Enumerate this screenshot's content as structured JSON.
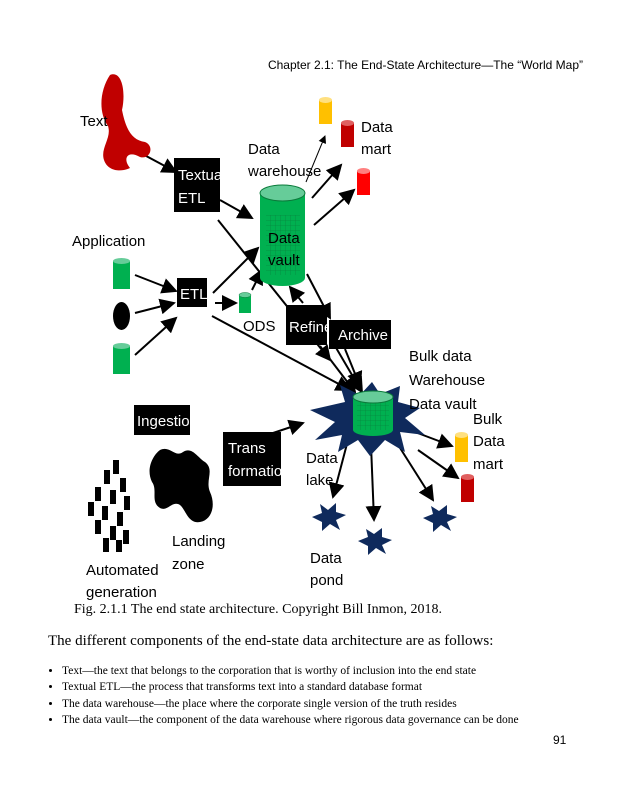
{
  "header": {
    "running_title": "Chapter 2.1: The End-State Architecture—The “World Map”"
  },
  "diagram": {
    "labels": {
      "text": "Text",
      "data_warehouse": [
        "Data",
        "warehouse"
      ],
      "data_mart": [
        "Data",
        "mart"
      ],
      "application": "Application",
      "textual_etl": [
        "Textual",
        "ETL"
      ],
      "data_vault": [
        "Data",
        "vault"
      ],
      "etl": "ETL",
      "ods": "ODS",
      "refine": "Refine",
      "archive": "Archive",
      "bulk_dw": [
        "Bulk data",
        "Warehouse",
        "Data vault"
      ],
      "bulk_mart": [
        "Bulk",
        "Data",
        "mart"
      ],
      "ingestion": "Ingestion",
      "transformation": [
        "Trans",
        "formation"
      ],
      "data_lake": [
        "Data",
        "lake"
      ],
      "landing_zone": [
        "Landing",
        "zone"
      ],
      "automated_generation": [
        "Automated",
        "generation"
      ],
      "data_pond": [
        "Data",
        "pond"
      ]
    },
    "colors": {
      "text_blob": "#c00000",
      "vault": "#00b050",
      "vault_top": "#66cc99",
      "mart_yellow": "#ffc000",
      "mart_red": "#c00000",
      "mart_bright": "#ff0000",
      "star": "#0f2a5c"
    }
  },
  "caption": "Fig. 2.1.1 The end state architecture. Copyright Bill Inmon, 2018.",
  "intro": "The different components of the end-state data architecture are as follows:",
  "bullets": [
    "Text—the text that belongs to the corporation that is worthy of inclusion into the end state",
    "Textual ETL—the process that transforms text into a standard database format",
    "The data warehouse—the place where the corporate single version of the truth resides",
    "The data vault—the component of the data warehouse where rigorous data governance can be done"
  ],
  "page_number": "91"
}
